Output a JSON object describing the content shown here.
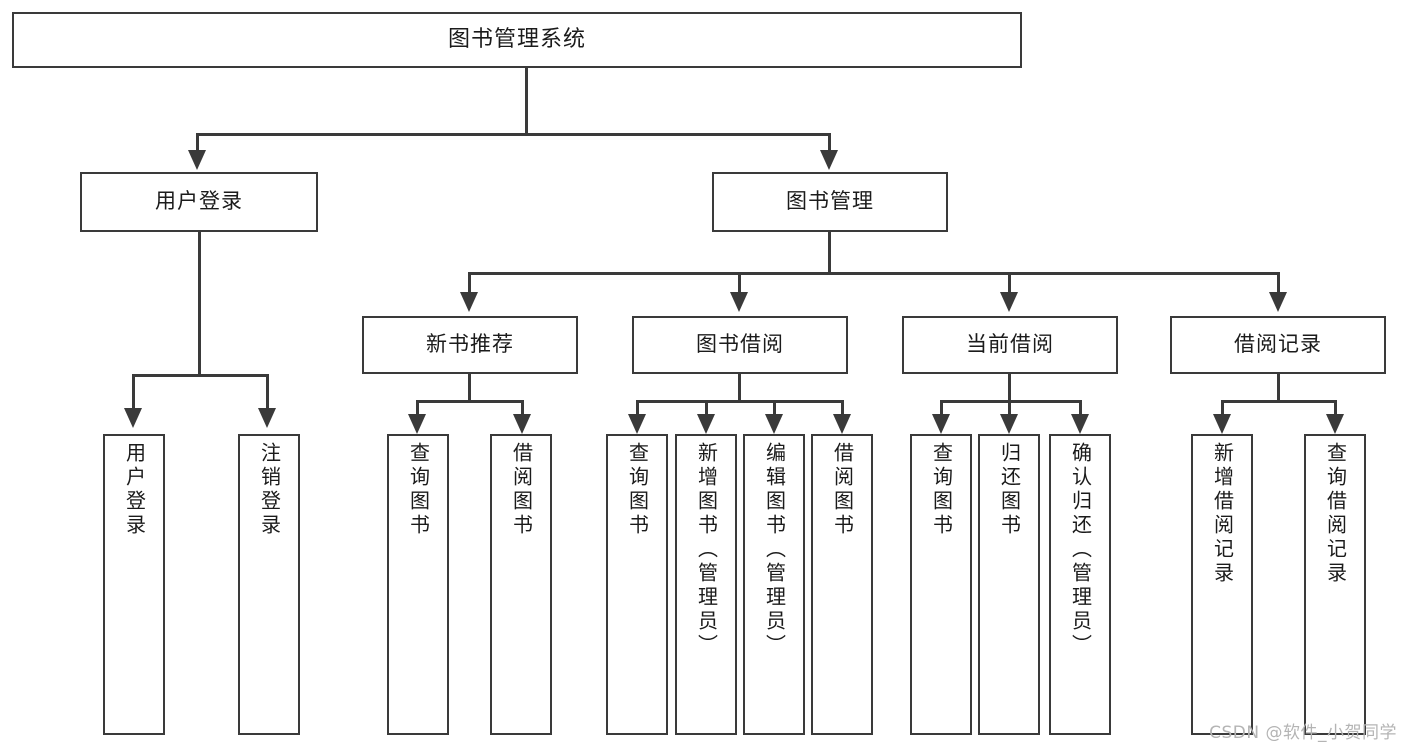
{
  "diagram": {
    "title": "图书管理系统",
    "type": "hierarchy-tree",
    "root": {
      "label": "图书管理系统"
    },
    "level1": [
      {
        "label": "用户登录"
      },
      {
        "label": "图书管理"
      }
    ],
    "level2": [
      {
        "label": "新书推荐",
        "parent": "图书管理"
      },
      {
        "label": "图书借阅",
        "parent": "图书管理"
      },
      {
        "label": "当前借阅",
        "parent": "图书管理"
      },
      {
        "label": "借阅记录",
        "parent": "图书管理"
      }
    ],
    "leaves": {
      "user_login": [
        {
          "label": "用户登录"
        },
        {
          "label": "注销登录"
        }
      ],
      "new_book_recommend": [
        {
          "label": "查询图书"
        },
        {
          "label": "借阅图书"
        }
      ],
      "book_borrow": [
        {
          "label": "查询图书"
        },
        {
          "label": "新增图书（管理员）"
        },
        {
          "label": "编辑图书（管理员）"
        },
        {
          "label": "借阅图书"
        }
      ],
      "current_borrow": [
        {
          "label": "查询图书"
        },
        {
          "label": "归还图书"
        },
        {
          "label": "确认归还（管理员）"
        }
      ],
      "borrow_record": [
        {
          "label": "新增借阅记录"
        },
        {
          "label": "查询借阅记录"
        }
      ]
    }
  },
  "watermark": {
    "text": "CSDN @软件_小贺同学"
  },
  "colors": {
    "stroke": "#3a3a3a",
    "text": "#1b1b1b",
    "background": "#ffffff",
    "watermark": "#b4b4b4"
  }
}
